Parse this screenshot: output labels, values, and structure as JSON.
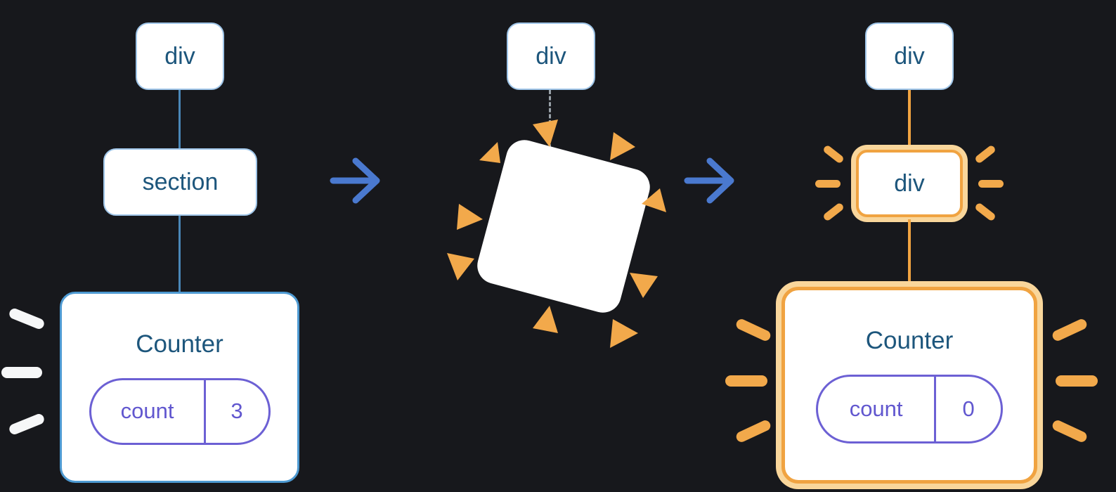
{
  "colors": {
    "background": "#17181c",
    "node_border": "#9fc5e8",
    "node_text": "#1d567c",
    "box_border": "#4e9ad2",
    "pill_border": "#6c60d4",
    "pill_text": "#6157cf",
    "line_blue": "#4a87b8",
    "arrow_blue": "#4a79cf",
    "accent_orange": "#f0a341",
    "accent_orange_pale": "#f9d69b",
    "spark_orange": "#f2a94b",
    "spark_white": "#f6f7f8",
    "dashed_gray": "#99a1a8"
  },
  "left_tree": {
    "root_label": "div",
    "child_label": "section",
    "component_label": "Counter",
    "state_key": "count",
    "state_value": "3"
  },
  "middle": {
    "root_label": "div"
  },
  "right_tree": {
    "root_label": "div",
    "new_child_label": "div",
    "component_label": "Counter",
    "state_key": "count",
    "state_value": "0"
  }
}
